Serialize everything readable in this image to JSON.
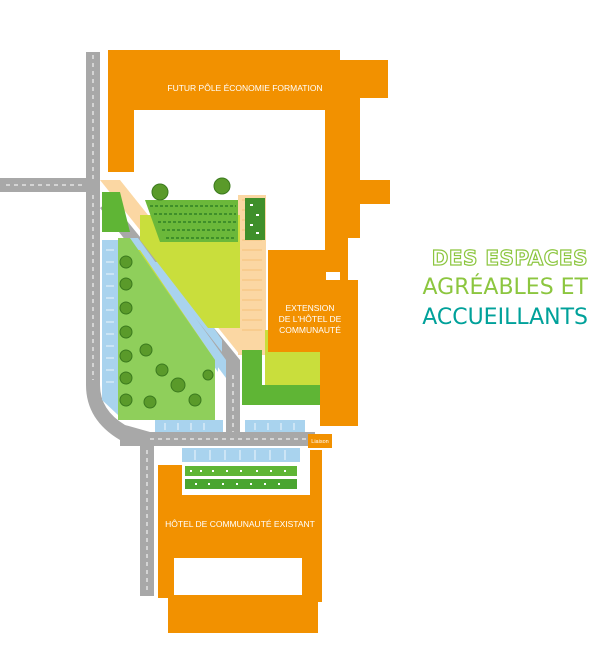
{
  "map": {
    "buildings": {
      "futur_pole": "FUTUR PÔLE ÉCONOMIE FORMATION",
      "extension_line1": "EXTENSION",
      "extension_line2": "DE L'HÔTEL DE",
      "extension_line3": "COMMUNAUTÉ",
      "hotel_existant": "HÔTEL DE COMMUNAUTÉ EXISTANT",
      "liaison": "Liaison"
    },
    "headline": {
      "line1": "DES ESPACES",
      "line2": "AGRÉABLES ET",
      "line3": "ACCUEILLANTS"
    },
    "colors": {
      "building": "#f29100",
      "road": "#a8a8a8",
      "parking": "#a9d3ee",
      "lawn": "#c9de3c",
      "garden": "#5fb535",
      "path": "#fbd7a3",
      "headline_green": "#8cc63f",
      "headline_teal": "#00a19a"
    }
  }
}
